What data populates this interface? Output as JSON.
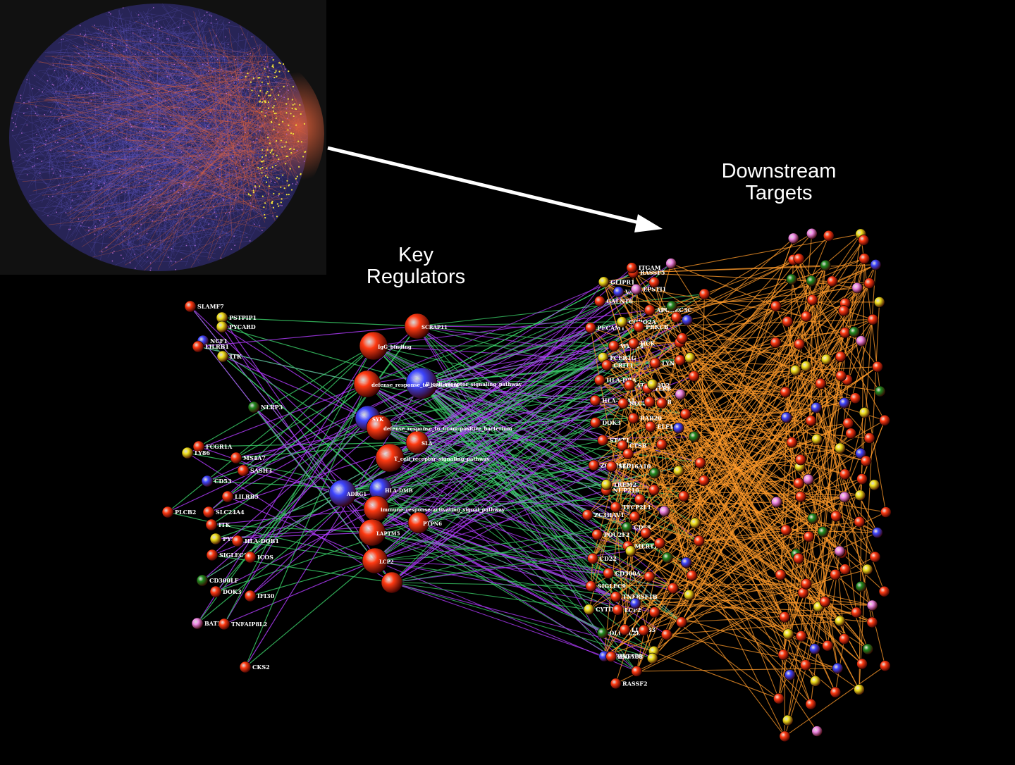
{
  "labels": {
    "downstream": "Downstream\nTargets",
    "key_regulators": "Key\nRegulators"
  },
  "colors": {
    "background": "#000000",
    "inset_background": "#111111",
    "inset_edges": "#6a5fd6",
    "inset_highlight": "#e0603a",
    "inset_yellow": "#f2e23a",
    "edge_purple": "#b23cff",
    "edge_green": "#3bd16a",
    "edge_orange": "#ff9a2a",
    "node_red": "#ff3a12",
    "node_blue": "#3d45ff",
    "node_yellow": "#f0e21c",
    "node_green": "#1f8a1f",
    "node_pink": "#f08ae8",
    "arrow": "#ffffff"
  },
  "left_nodes": [
    {
      "name": "SLAMF7",
      "color": "red"
    },
    {
      "name": "PSTPIP1",
      "color": "yellow"
    },
    {
      "name": "PYCARD",
      "color": "yellow"
    },
    {
      "name": "NCF1",
      "color": "blue"
    },
    {
      "name": "LILRB1",
      "color": "red"
    },
    {
      "name": "ITK",
      "color": "yellow"
    },
    {
      "name": "NLRP3",
      "color": "green"
    },
    {
      "name": "FCGR1A",
      "color": "red"
    },
    {
      "name": "LY86",
      "color": "yellow"
    },
    {
      "name": "MS4A7",
      "color": "red"
    },
    {
      "name": "SASH3",
      "color": "red"
    },
    {
      "name": "CD53",
      "color": "blue"
    },
    {
      "name": "LILRB5",
      "color": "red"
    },
    {
      "name": "PLCB2",
      "color": "red"
    },
    {
      "name": "SLC24A4",
      "color": "red"
    },
    {
      "name": "ITK",
      "color": "red"
    },
    {
      "name": "PYRIG",
      "color": "yellow"
    },
    {
      "name": "HLA-DQB1",
      "color": "red"
    },
    {
      "name": "SIGLEC10",
      "color": "red"
    },
    {
      "name": "ICOS",
      "color": "red"
    },
    {
      "name": "CD300LF",
      "color": "green"
    },
    {
      "name": "DOK3",
      "color": "red"
    },
    {
      "name": "IFI30",
      "color": "red"
    },
    {
      "name": "BATF3",
      "color": "pink"
    },
    {
      "name": "TNFAIP8L2",
      "color": "red"
    },
    {
      "name": "CKS2",
      "color": "red"
    }
  ],
  "regulators": [
    {
      "name": "SCRAP11",
      "color": "red"
    },
    {
      "name": "IgG_binding",
      "color": "red"
    },
    {
      "name": "defense_response_to_bacterium",
      "color": "red"
    },
    {
      "name": "B_cell_receptor_signaling_pathway",
      "color": "blue"
    },
    {
      "name": "SYK",
      "color": "blue"
    },
    {
      "name": "defense_response_to_Gram-positive_bacterium",
      "color": "red"
    },
    {
      "name": "SLA",
      "color": "red"
    },
    {
      "name": "T_cell_receptor_signaling_pathway",
      "color": "red"
    },
    {
      "name": "ADRG1",
      "color": "blue"
    },
    {
      "name": "HLA-DMB",
      "color": "blue"
    },
    {
      "name": "immune_response-activating_signal_pathway",
      "color": "red"
    },
    {
      "name": "PTPN6",
      "color": "red"
    },
    {
      "name": "LAPTM5",
      "color": "red"
    },
    {
      "name": "LCP2",
      "color": "red"
    }
  ],
  "target_nodes": [
    {
      "name": "GLIPR1",
      "color": "yellow"
    },
    {
      "name": "GALNT6",
      "color": "red"
    },
    {
      "name": "PECAM1",
      "color": "red"
    },
    {
      "name": "FCER1G",
      "color": "yellow"
    },
    {
      "name": "HLA-DRA",
      "color": "red"
    },
    {
      "name": "HLA-DPA1",
      "color": "red"
    },
    {
      "name": "DOK3",
      "color": "red"
    },
    {
      "name": "STAT1",
      "color": "red"
    },
    {
      "name": "ZC3H12D",
      "color": "red"
    },
    {
      "name": "NUP210",
      "color": "red"
    },
    {
      "name": "ZC3HAV1",
      "color": "red"
    },
    {
      "name": "POU2F2",
      "color": "red"
    },
    {
      "name": "CD22",
      "color": "red"
    },
    {
      "name": "SIGLEC9",
      "color": "red"
    },
    {
      "name": "CYTIP2",
      "color": "yellow"
    },
    {
      "name": "OLFML2B",
      "color": "green"
    },
    {
      "name": "ARHGAP9",
      "color": "blue"
    },
    {
      "name": "RASSF5",
      "color": "red"
    },
    {
      "name": "VASP",
      "color": "blue"
    },
    {
      "name": "CORO2A",
      "color": "yellow"
    },
    {
      "name": "WDFY4",
      "color": "red"
    },
    {
      "name": "CRIT1",
      "color": "red"
    },
    {
      "name": "ATP6V0D2",
      "color": "red"
    },
    {
      "name": "SLC2A5",
      "color": "red"
    },
    {
      "name": "RAB20",
      "color": "red"
    },
    {
      "name": "CTSB",
      "color": "red"
    },
    {
      "name": "SLC16A10",
      "color": "red"
    },
    {
      "name": "TREM2",
      "color": "yellow"
    },
    {
      "name": "TFCP2L1",
      "color": "red"
    },
    {
      "name": "CD68",
      "color": "green"
    },
    {
      "name": "MERTK",
      "color": "red"
    },
    {
      "name": "CD300A",
      "color": "red"
    },
    {
      "name": "TNFRSF1B",
      "color": "red"
    },
    {
      "name": "LCP2",
      "color": "red"
    },
    {
      "name": "LILRB3",
      "color": "red"
    },
    {
      "name": "ZNF708",
      "color": "red"
    },
    {
      "name": "RASSF2",
      "color": "red"
    },
    {
      "name": "ITGAM",
      "color": "red"
    },
    {
      "name": "EPSTI1",
      "color": "pink"
    },
    {
      "name": "APOBEC3C",
      "color": "red"
    },
    {
      "name": "PRKCB",
      "color": "red"
    },
    {
      "name": "HCK",
      "color": "red"
    },
    {
      "name": "LYN",
      "color": "red"
    },
    {
      "name": "TLR8",
      "color": "red"
    },
    {
      "name": "IRF8",
      "color": "red"
    },
    {
      "name": "ELF4",
      "color": "red"
    }
  ],
  "inset": {
    "description_colors": [
      "#6a5fd6",
      "#8a6ae0",
      "#e0603a",
      "#f2e23a"
    ]
  }
}
